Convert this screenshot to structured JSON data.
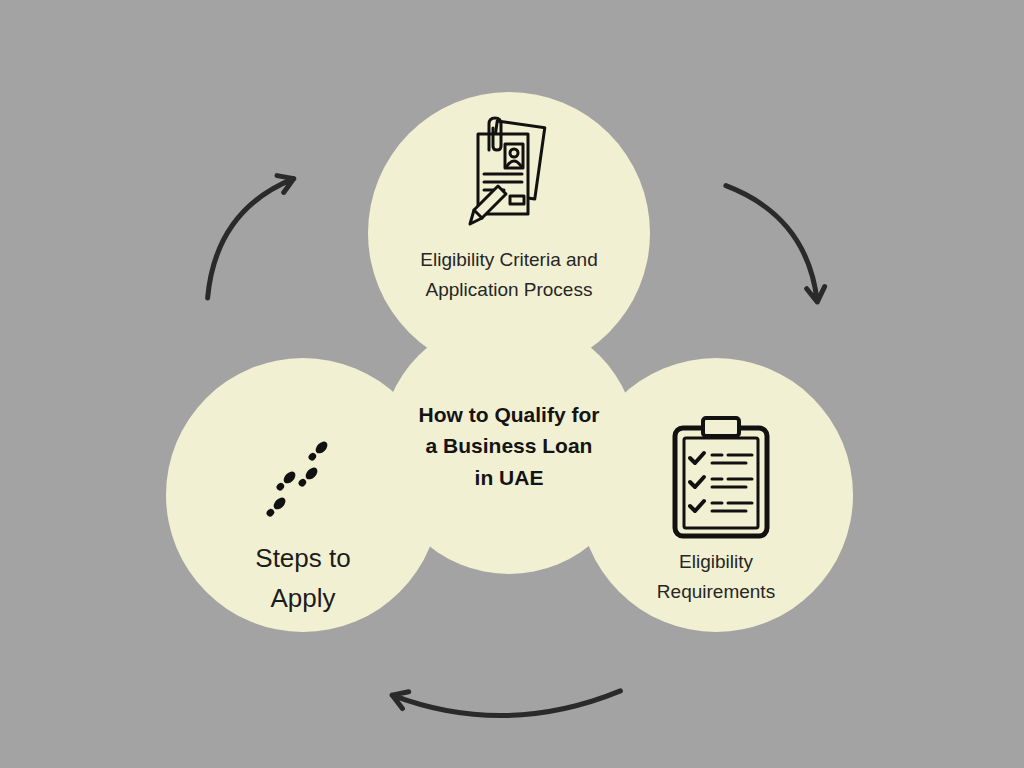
{
  "diagram": {
    "nodes": [
      {
        "text": [
          "Eligibility Criteria and Application Process"
        ]
      },
      {
        "text": [
          "How to Qualify for a Business Loan in UAE"
        ]
      },
      {
        "text": [
          "Steps to Apply"
        ]
      },
      {
        "text": [
          "Eligibility Requirements"
        ]
      }
    ],
    "edges": [
      {
        "from": 2,
        "to": 0,
        "arrow": "to"
      },
      {
        "from": 0,
        "to": 3,
        "arrow": "to"
      },
      {
        "from": 3,
        "to": 2,
        "arrow": "to"
      }
    ]
  }
}
